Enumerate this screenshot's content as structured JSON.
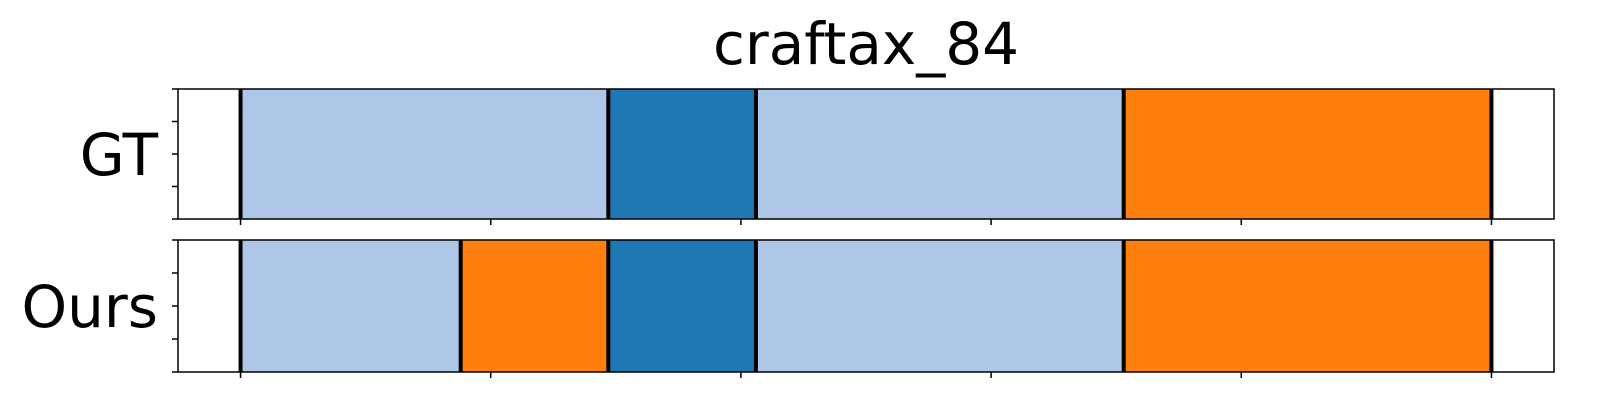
{
  "chart_data": {
    "type": "segmentation",
    "title": "craftax_84",
    "x_range": [
      -25,
      525
    ],
    "x_ticks": [
      0,
      100,
      200,
      300,
      400,
      500
    ],
    "colors": {
      "light_blue": "#aec7e8",
      "blue": "#1f77b4",
      "orange": "#ff7f0e",
      "boundary": "#000000",
      "axes": "#000000",
      "background": "#ffffff"
    },
    "rows": [
      {
        "label": "GT",
        "segments": [
          {
            "start": 0,
            "end": 147,
            "color": "light_blue"
          },
          {
            "start": 147,
            "end": 206,
            "color": "blue"
          },
          {
            "start": 206,
            "end": 353,
            "color": "light_blue"
          },
          {
            "start": 353,
            "end": 500,
            "color": "orange"
          }
        ]
      },
      {
        "label": "Ours",
        "segments": [
          {
            "start": 0,
            "end": 88,
            "color": "light_blue"
          },
          {
            "start": 88,
            "end": 147,
            "color": "orange"
          },
          {
            "start": 147,
            "end": 206,
            "color": "blue"
          },
          {
            "start": 206,
            "end": 353,
            "color": "light_blue"
          },
          {
            "start": 353,
            "end": 500,
            "color": "orange"
          }
        ]
      }
    ]
  }
}
